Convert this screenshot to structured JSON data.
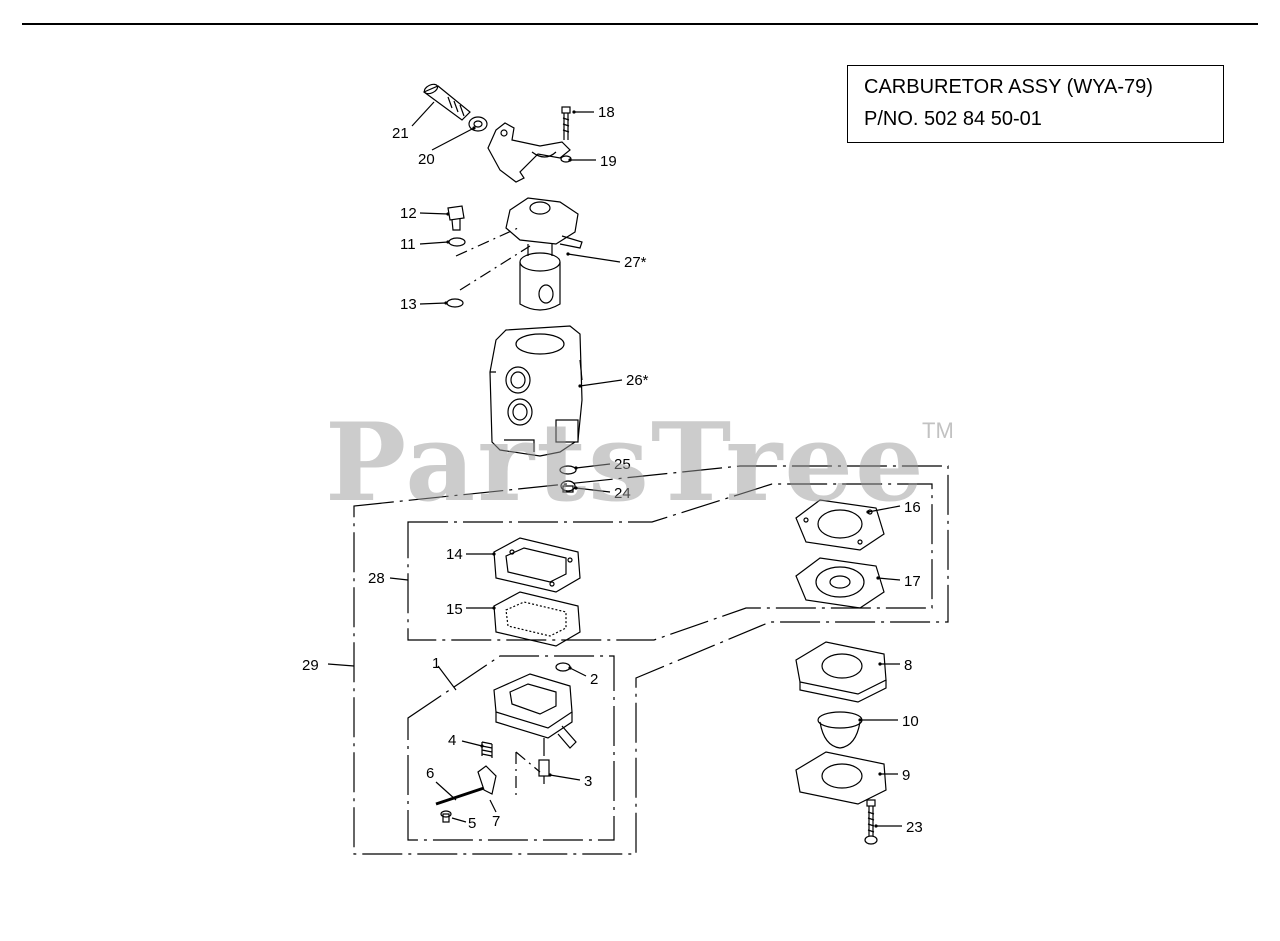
{
  "title_box": {
    "line1": "CARBURETOR ASSY (WYA-79)",
    "line2": "P/NO. 502 84 50-01"
  },
  "watermark": {
    "text": "PartsTree",
    "tm": "TM"
  },
  "callouts": [
    {
      "id": "21",
      "label": "21"
    },
    {
      "id": "20",
      "label": "20"
    },
    {
      "id": "18",
      "label": "18"
    },
    {
      "id": "19",
      "label": "19"
    },
    {
      "id": "12",
      "label": "12"
    },
    {
      "id": "11",
      "label": "11"
    },
    {
      "id": "27",
      "label": "27*"
    },
    {
      "id": "13",
      "label": "13"
    },
    {
      "id": "26",
      "label": "26*"
    },
    {
      "id": "25",
      "label": "25"
    },
    {
      "id": "24",
      "label": "24"
    },
    {
      "id": "16",
      "label": "16"
    },
    {
      "id": "14",
      "label": "14"
    },
    {
      "id": "28",
      "label": "28"
    },
    {
      "id": "17",
      "label": "17"
    },
    {
      "id": "15",
      "label": "15"
    },
    {
      "id": "1",
      "label": "1"
    },
    {
      "id": "2",
      "label": "2"
    },
    {
      "id": "8",
      "label": "8"
    },
    {
      "id": "29",
      "label": "29"
    },
    {
      "id": "10",
      "label": "10"
    },
    {
      "id": "4",
      "label": "4"
    },
    {
      "id": "3",
      "label": "3"
    },
    {
      "id": "9",
      "label": "9"
    },
    {
      "id": "6",
      "label": "6"
    },
    {
      "id": "5",
      "label": "5"
    },
    {
      "id": "7",
      "label": "7"
    },
    {
      "id": "23",
      "label": "23"
    }
  ]
}
